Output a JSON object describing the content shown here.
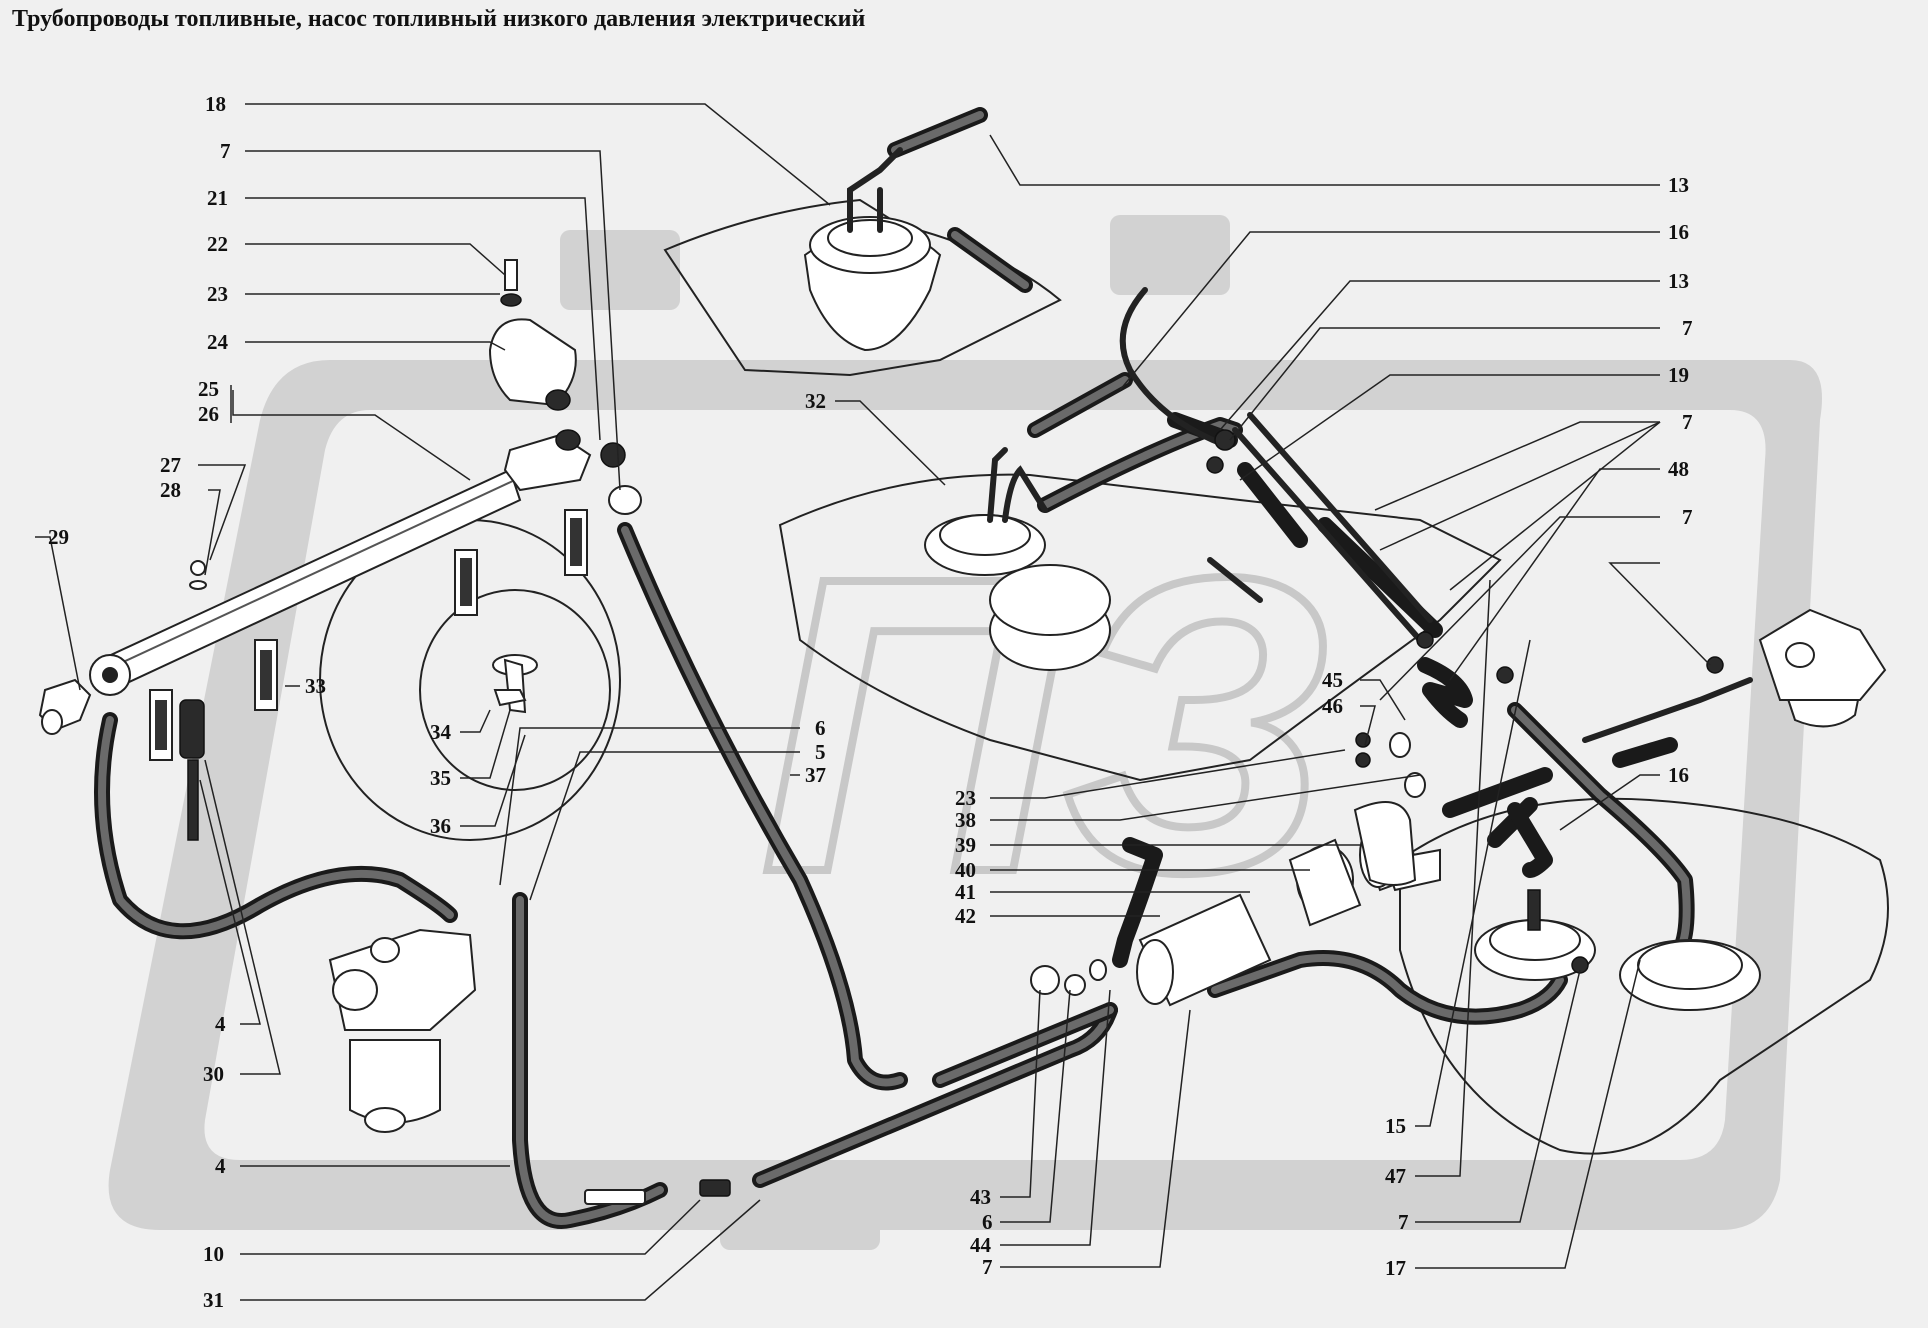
{
  "title": "Трубопроводы топливные, насос топливный низкого давления электрический",
  "colors": {
    "background": "#f0f0f0",
    "line": "#1a1a1a",
    "watermark": "#cfcfcf"
  },
  "watermark_text": "ПЗ",
  "labels": {
    "l18": "18",
    "l7a": "7",
    "l21": "21",
    "l22": "22",
    "l23a": "23",
    "l24": "24",
    "l25": "25",
    "l26": "26",
    "l27": "27",
    "l28": "28",
    "l29": "29",
    "l33": "33",
    "l34": "34",
    "l35": "35",
    "l36": "36",
    "l4a": "4",
    "l30": "30",
    "l4b": "4",
    "l10": "10",
    "l31": "31",
    "l6a": "6",
    "l5": "5",
    "l37": "37",
    "l32": "32",
    "l13a": "13",
    "l16a": "16",
    "l13b": "13",
    "l7b": "7",
    "l19": "19",
    "l7c": "7",
    "l48": "48",
    "l7d": "7",
    "l45": "45",
    "l46": "46",
    "l16b": "16",
    "l23b": "23",
    "l38": "38",
    "l39": "39",
    "l40": "40",
    "l41": "41",
    "l42": "42",
    "l43": "43",
    "l6b": "6",
    "l44": "44",
    "l7e": "7",
    "l15": "15",
    "l47": "47",
    "l7f": "7",
    "l17": "17"
  }
}
